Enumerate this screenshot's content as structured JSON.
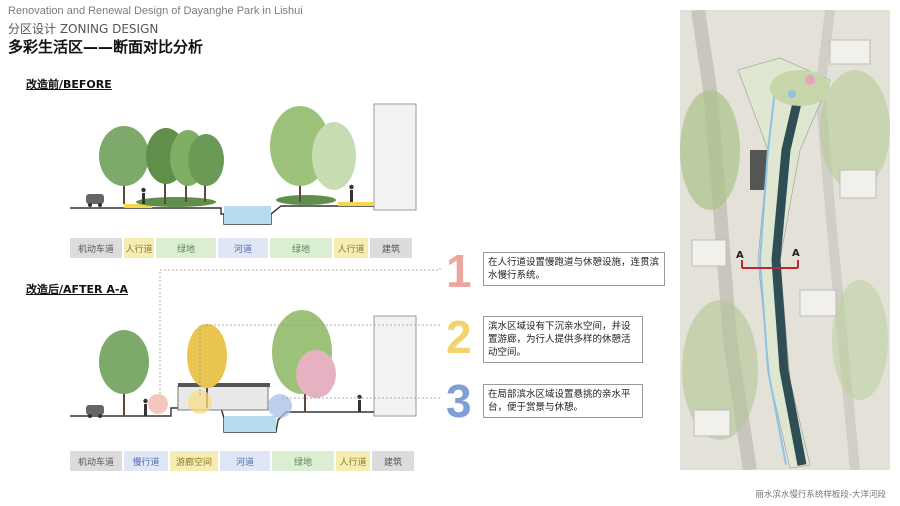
{
  "header": {
    "subtitle_en": "Renovation and Renewal Design of Dayanghe Park in Lishui",
    "zone_label": "分区设计 ZONING DESIGN",
    "title": "多彩生活区——断面对比分析"
  },
  "before": {
    "label": "改造前/BEFORE",
    "legend": [
      "机动车道",
      "人行道",
      "绿地",
      "河道",
      "绿地",
      "人行道",
      "建筑"
    ]
  },
  "after": {
    "label": "改造后/AFTER",
    "label_suffix": "A-A",
    "legend": [
      "机动车道",
      "慢行道",
      "游廊空间",
      "河道",
      "绿地",
      "人行道",
      "建筑"
    ]
  },
  "notes": [
    {
      "number": "1",
      "text": "在人行道设置慢跑道与休憩设施，连贯滨水慢行系统。",
      "color": "#eba79b"
    },
    {
      "number": "2",
      "text": "滨水区域设有下沉亲水空间，并设置游廊，为行人提供多样的休憩活动空间。",
      "color": "#f2d36e"
    },
    {
      "number": "3",
      "text": "在局部滨水区域设置悬挑的亲水平台，便于赏景与休憩。",
      "color": "#7f9fd6"
    }
  ],
  "map": {
    "section_marker": "A",
    "section_marker_right": "A"
  },
  "footer": "丽水滨水慢行系统样板段-大洋河段",
  "colors": {
    "coral": "#eba79b",
    "yellow": "#f2d36e",
    "blue": "#7f9fd6",
    "river": "#2f4d55",
    "section_red": "#c0262d"
  }
}
